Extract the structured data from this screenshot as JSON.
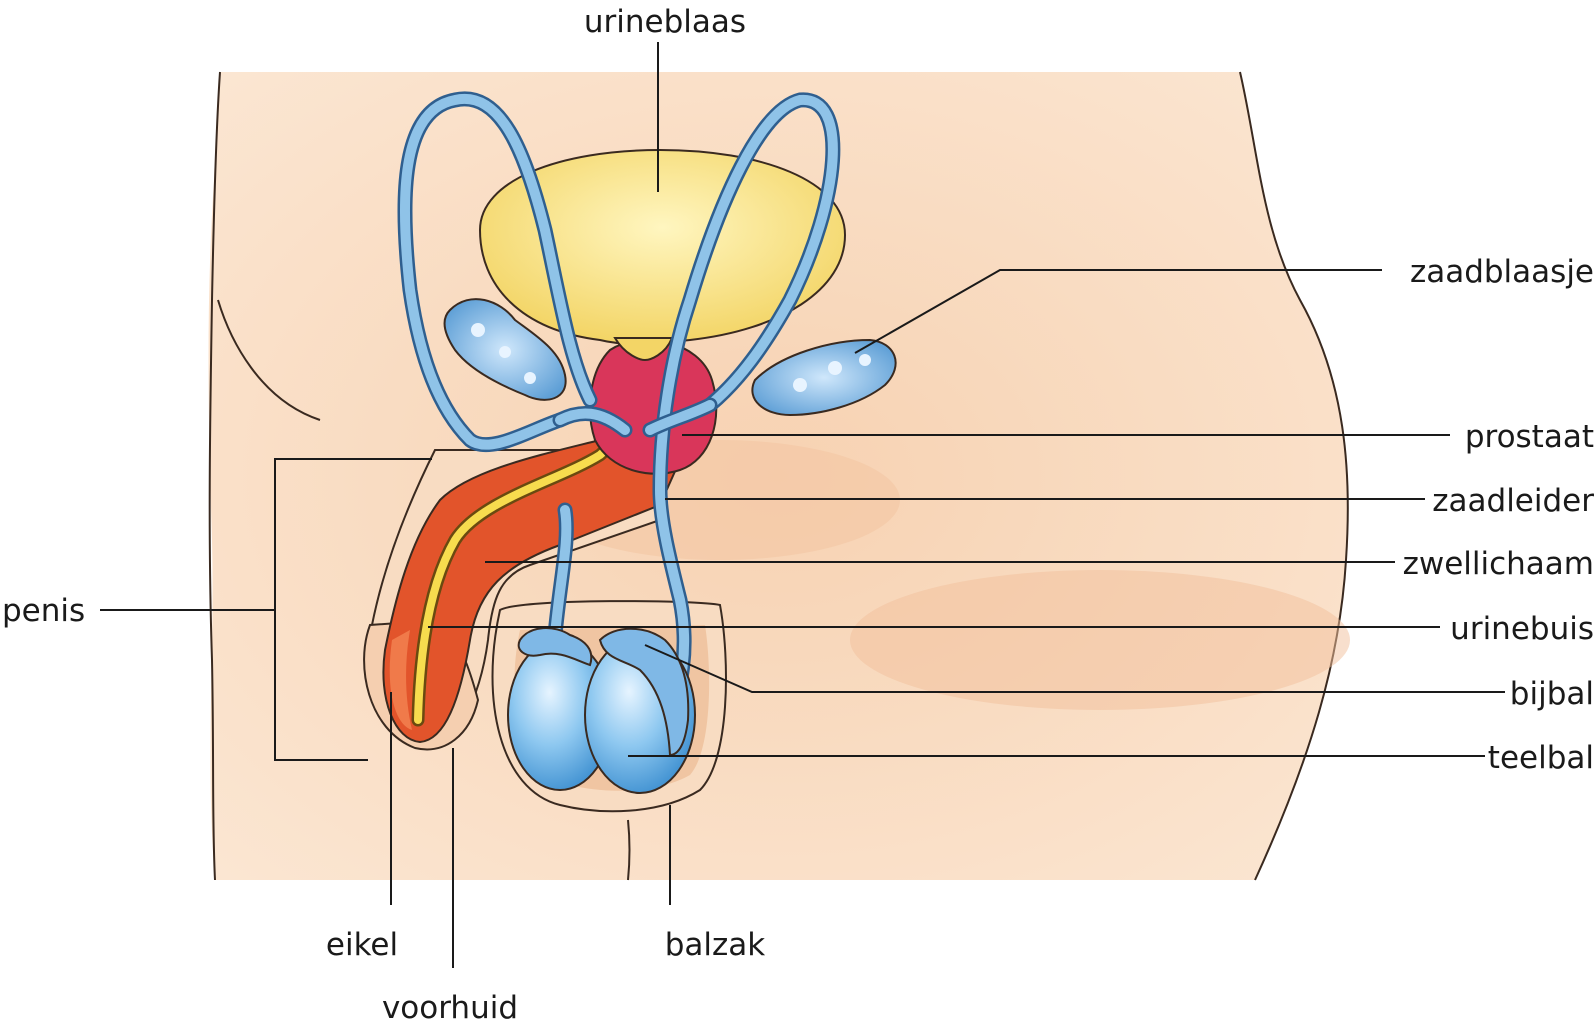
{
  "diagram": {
    "title": "",
    "labels": {
      "urineblaas": "urineblaas",
      "zaadblaasje": "zaadblaasje",
      "prostaat": "prostaat",
      "zaadleider": "zaadleider",
      "zwellichaam": "zwellichaam",
      "urinebuis": "urinebuis",
      "bijbal": "bijbal",
      "teelbal": "teelbal",
      "penis": "penis",
      "eikel": "eikel",
      "voorhuid": "voorhuid",
      "balzak": "balzak"
    },
    "colors": {
      "skin": "#f9dcc0",
      "skin_shadow": "#f0c29e",
      "bladder": "#f6dc78",
      "prostate": "#d9365a",
      "erectile_tissue": "#e0522a",
      "urethra": "#f5d84a",
      "duct": "#6aa6d8",
      "testis": "#5aa8e0",
      "outline": "#3a2a20"
    }
  }
}
